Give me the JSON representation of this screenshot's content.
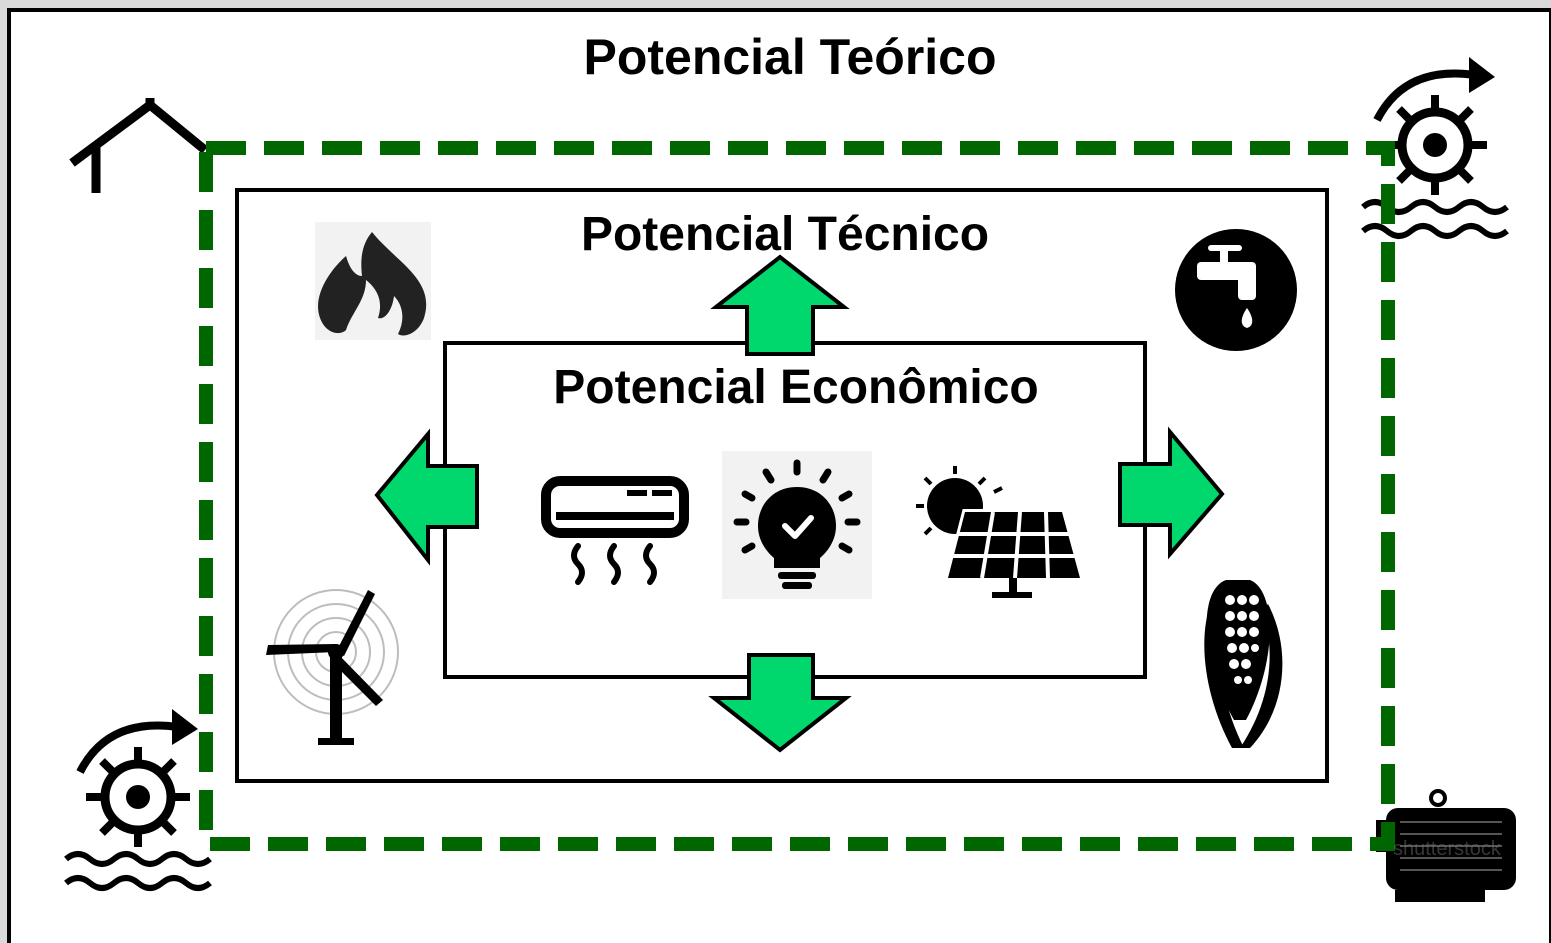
{
  "diagram": {
    "outer_label": "Potencial Teórico",
    "middle_label": "Potencial Técnico",
    "inner_label": "Potencial Econômico",
    "watermark": "shutterstock",
    "colors": {
      "arrow_fill": "#00d86e",
      "dashed_border": "#006600",
      "stroke": "#000000",
      "background": "#ffffff",
      "frame": "#d9d9d9"
    },
    "icons": [
      "house-icon",
      "water-wheel-icon",
      "fire-icon",
      "water-tap-icon",
      "air-conditioner-icon",
      "light-bulb-icon",
      "solar-panel-icon",
      "wind-turbine-icon",
      "corn-icon",
      "electric-motor-icon"
    ]
  }
}
